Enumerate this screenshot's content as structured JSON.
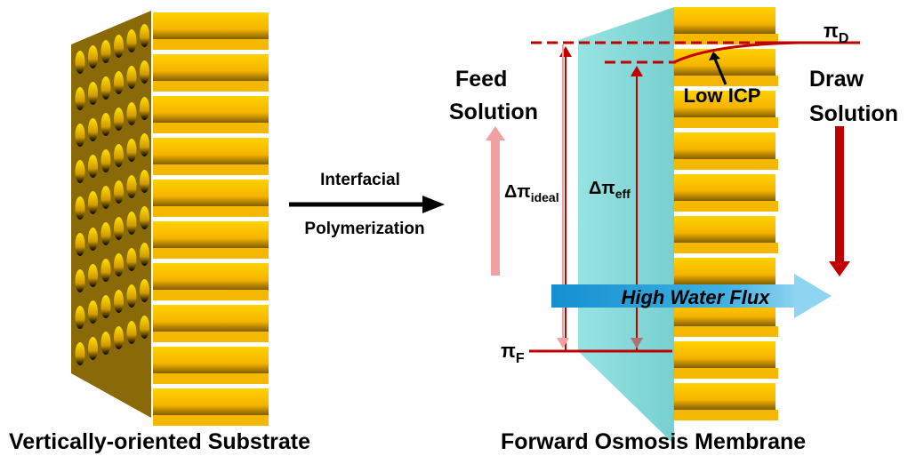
{
  "left_panel": {
    "caption": "Vertically-oriented Substrate",
    "channel_rows": 10,
    "pore_columns": 6
  },
  "process_arrow": {
    "label_top": "Interfacial",
    "label_bottom": "Polymerization"
  },
  "right_panel": {
    "caption": "Forward Osmosis Membrane",
    "feed_label_line1": "Feed",
    "feed_label_line2": "Solution",
    "draw_label_line1": "Draw",
    "draw_label_line2": "Solution",
    "pi_d": {
      "symbol": "π",
      "sub": "D"
    },
    "pi_f": {
      "symbol": "π",
      "sub": "F"
    },
    "delta_ideal": {
      "symbol": "Δπ",
      "sub": "ideal"
    },
    "delta_eff": {
      "symbol": "Δπ",
      "sub": "eff"
    },
    "icp_label": "Low ICP",
    "flux_label": "High Water Flux"
  },
  "colors": {
    "gold": "#f5b800",
    "gold_dark": "#7a5c00",
    "red": "#c00000",
    "pink": "#f0a0a0",
    "membrane": "#7fd6d6",
    "flux": "#1e9fd8"
  }
}
